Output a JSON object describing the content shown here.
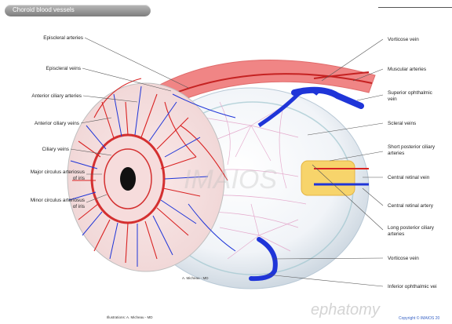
{
  "header": {
    "title": "Choroid blood vessels"
  },
  "labels_left": [
    "Episcleral arteries",
    "Episcleral veins",
    "Anterior ciliary arteries",
    "Anterior ciliary veins",
    "Ciliary veins",
    "Major circulus arteriosus\nof iris",
    "Minor circulus arteriosus\nof iris"
  ],
  "labels_right": [
    "Vorticose vein",
    "Muscular arteries",
    "Superior ophthalmic\nvein",
    "Scleral veins",
    "Short posterior ciliary\narteries",
    "Central retinal vein",
    "Central retinal artery",
    "Long posterior ciliary\narteries",
    "Vorticose vein",
    "Inferior ophthalmic vei"
  ],
  "footer": {
    "illustration_credit": "Illustrations: A. Micheau - MD",
    "signature": "A. Micheau - MD",
    "copyright": "Copyright © IMAIOS 20",
    "watermark": "ephatomy",
    "center_watermark": "IMAIOS"
  },
  "colors": {
    "artery": "#d92222",
    "vein": "#1f35d8",
    "muscle": "#f07a7a",
    "nerve": "#f7d46b",
    "sclera": "#e9f0f6"
  }
}
